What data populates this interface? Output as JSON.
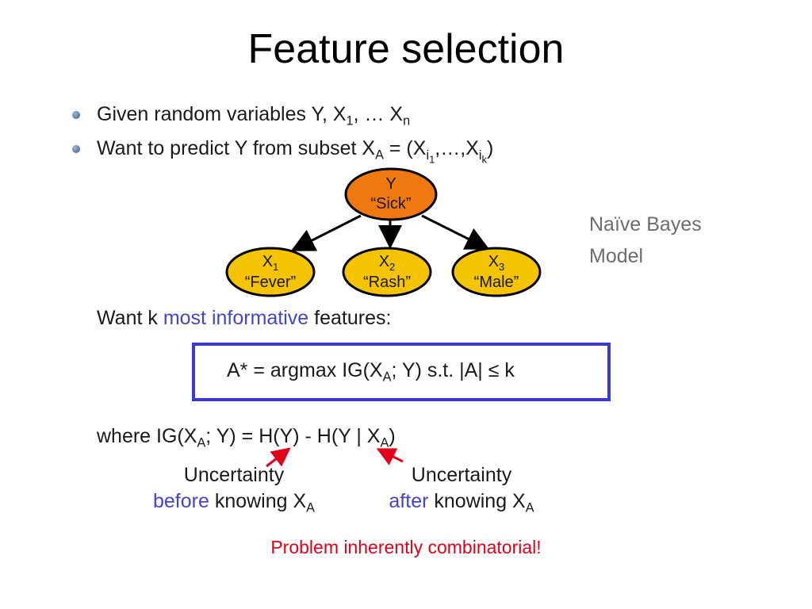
{
  "slide": {
    "title": "Feature selection",
    "bullets": [
      {
        "pre": "Given random variables Y, X",
        "sub1": "1",
        "mid": ", … X",
        "sub2": "n"
      },
      {
        "pre": "Want to predict Y from subset X",
        "sub1": "A",
        "mid": " = (X",
        "sub2": "i",
        "subsub2": "1",
        "mid2": ",…,X",
        "sub3": "i",
        "subsub3": "k",
        "post": ")"
      }
    ],
    "graph": {
      "root": {
        "name": "Y",
        "desc": "“Sick”",
        "color": "#f07810"
      },
      "children": [
        {
          "name": "X",
          "sub": "1",
          "desc": "“Fever”"
        },
        {
          "name": "X",
          "sub": "2",
          "desc": "“Rash”"
        },
        {
          "name": "X",
          "sub": "3",
          "desc": "“Male”"
        }
      ],
      "child_color": "#f5c400",
      "side_label_1": "Naïve Bayes",
      "side_label_2": "Model"
    },
    "want_line": {
      "pre": "Want k ",
      "highlight": "most informative",
      "post": " features:"
    },
    "formula": {
      "pre": "A* = argmax IG(X",
      "sub": "A",
      "post": "; Y) s.t. |A| ≤ k"
    },
    "where_line": {
      "pre": "where IG(X",
      "sub1": "A",
      "mid": "; Y) = H(Y) - H(Y | X",
      "sub2": "A",
      "post": ")"
    },
    "before_note": {
      "line1": "Uncertainty",
      "highlight": "before",
      "mid": " knowing X",
      "sub": "A"
    },
    "after_note": {
      "line1": "Uncertainty",
      "highlight": "after",
      "mid": " knowing X",
      "sub": "A"
    },
    "conclusion": "Problem inherently combinatorial!",
    "colors": {
      "accent_blue": "#4444cc",
      "box_border": "#3a3ad0",
      "red": "#e0001a"
    }
  }
}
